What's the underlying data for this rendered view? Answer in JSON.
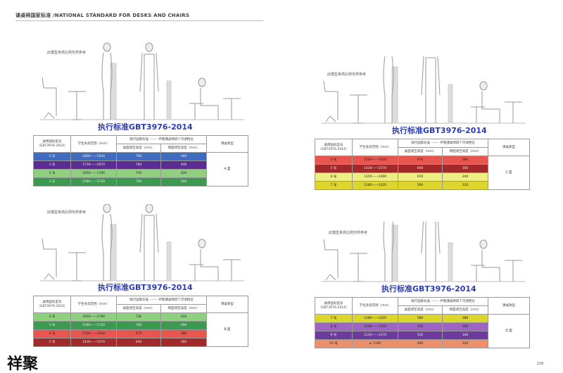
{
  "header": {
    "title": "课桌椅国家标准 /NATIONAL STANDARD FOR DESKS AND CHAIRS"
  },
  "note": "此模型身高比例仅供参考",
  "standard_title": "执行标准GBT3976-2014",
  "table_headers": {
    "model": "桌椅国标型号",
    "model_sub": "（GBT3976-2014）",
    "height_range": "学生身高范围（mm）",
    "group": "践行国家标准 ------- 拌製課桌椅四个可调档位",
    "desk": "桌面调至高度（mm）",
    "chair": "椅面调至高度（mm）",
    "type": "课桌款型"
  },
  "tables": [
    {
      "type": "A 型",
      "rows": [
        {
          "model": "0 号",
          "range": "1800——1940",
          "desk": "790",
          "chair": "460",
          "color": "#3f6cc0"
        },
        {
          "model": "1 号",
          "range": "1730——1870",
          "desk": "760",
          "chair": "440",
          "color": "#5b2c92"
        },
        {
          "model": "2 号",
          "range": "1650——1790",
          "desk": "730",
          "chair": "420",
          "color": "#8fd07f"
        },
        {
          "model": "3 号",
          "range": "1580——1720",
          "desk": "700",
          "chair": "400",
          "color": "#3c9a50"
        }
      ]
    },
    {
      "type": "C 型",
      "rows": [
        {
          "model": "4 号",
          "range": "1500——1640",
          "desk": "670",
          "chair": "380",
          "color": "#e8564f"
        },
        {
          "model": "5 号",
          "range": "1430——1570",
          "desk": "640",
          "chair": "360",
          "color": "#a3282a"
        },
        {
          "model": "6 号",
          "range": "1350——1490",
          "desk": "610",
          "chair": "340",
          "color": "#eeee82"
        },
        {
          "model": "7 号",
          "range": "1280——1420",
          "desk": "580",
          "chair": "320",
          "color": "#dcd52b"
        }
      ]
    },
    {
      "type": "B 型",
      "rows": [
        {
          "model": "2 号",
          "range": "1650——1790",
          "desk": "730",
          "chair": "420",
          "color": "#8fd07f"
        },
        {
          "model": "3 号",
          "range": "1580——1720",
          "desk": "700",
          "chair": "400",
          "color": "#3c9a50"
        },
        {
          "model": "4 号",
          "range": "1500——1640",
          "desk": "670",
          "chair": "380",
          "color": "#e8564f"
        },
        {
          "model": "5 号",
          "range": "1430——1570",
          "desk": "640",
          "chair": "360",
          "color": "#a3282a"
        }
      ]
    },
    {
      "type": "D 型",
      "rows": [
        {
          "model": "7 号",
          "range": "1280——1420",
          "desk": "580",
          "chair": "380",
          "color": "#dcd52b"
        },
        {
          "model": "8 号",
          "range": "1200——1340",
          "desk": "550",
          "chair": "360",
          "color": "#9d64c2"
        },
        {
          "model": "9 号",
          "range": "1130——1270",
          "desk": "520",
          "chair": "340",
          "color": "#6c3b9b"
        },
        {
          "model": "10 号",
          "range": "≤ 1190",
          "desk": "490",
          "chair": "320",
          "color": "#ec8f6b"
        }
      ]
    }
  ],
  "logo": "祥聚",
  "page_number": "128"
}
